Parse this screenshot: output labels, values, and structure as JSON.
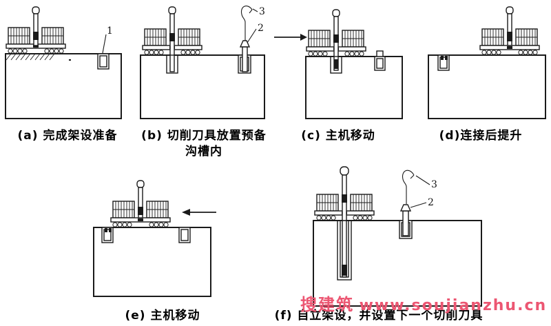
{
  "captions": {
    "a": "(a) 完成架设准备",
    "b1": "(b) 切削刀具放置预备",
    "b2": "沟槽内",
    "c": "(c) 主机移动",
    "d": "(d)连接后提升",
    "e": "(e) 主机移动",
    "f": "(f) 自立架设，并设置下一个切削刀具"
  },
  "callouts": {
    "a_1": "1",
    "b_2": "2",
    "b_3": "3",
    "f_2": "2",
    "f_3": "3"
  },
  "arrows": {
    "c": "right",
    "e": "left"
  },
  "watermark": {
    "site": "搜建筑",
    "url": "www.soujianzhu.cn",
    "color": "#ec5672"
  },
  "colors": {
    "line": "#1a1a1a",
    "background": "#ffffff"
  }
}
